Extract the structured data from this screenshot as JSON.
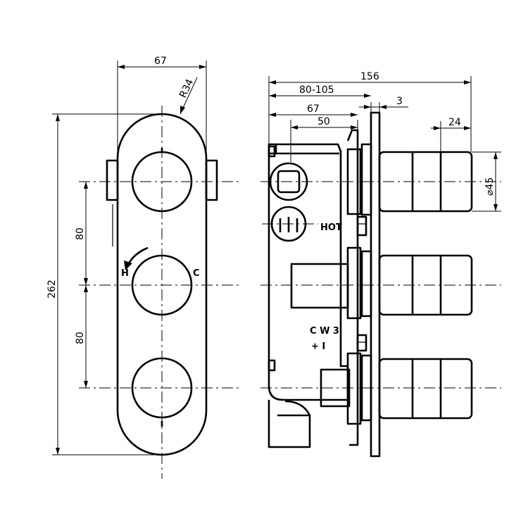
{
  "front_view": {
    "dim_width": "67",
    "dim_radius": "R34",
    "dim_height": "262",
    "dim_spacing_upper": "80",
    "dim_spacing_lower": "80",
    "label_hot": "H",
    "label_cold": "C"
  },
  "side_view": {
    "dim_total": "156",
    "dim_depth_range": "80-105",
    "dim_body": "67",
    "dim_inner": "50",
    "dim_plate": "3",
    "dim_knob_width": "24",
    "dim_knob_diameter": "⌀45",
    "label_hot_inlet": "HOT",
    "label_cw3_line1": "C W 3",
    "label_cw3_line2": "+ I"
  }
}
